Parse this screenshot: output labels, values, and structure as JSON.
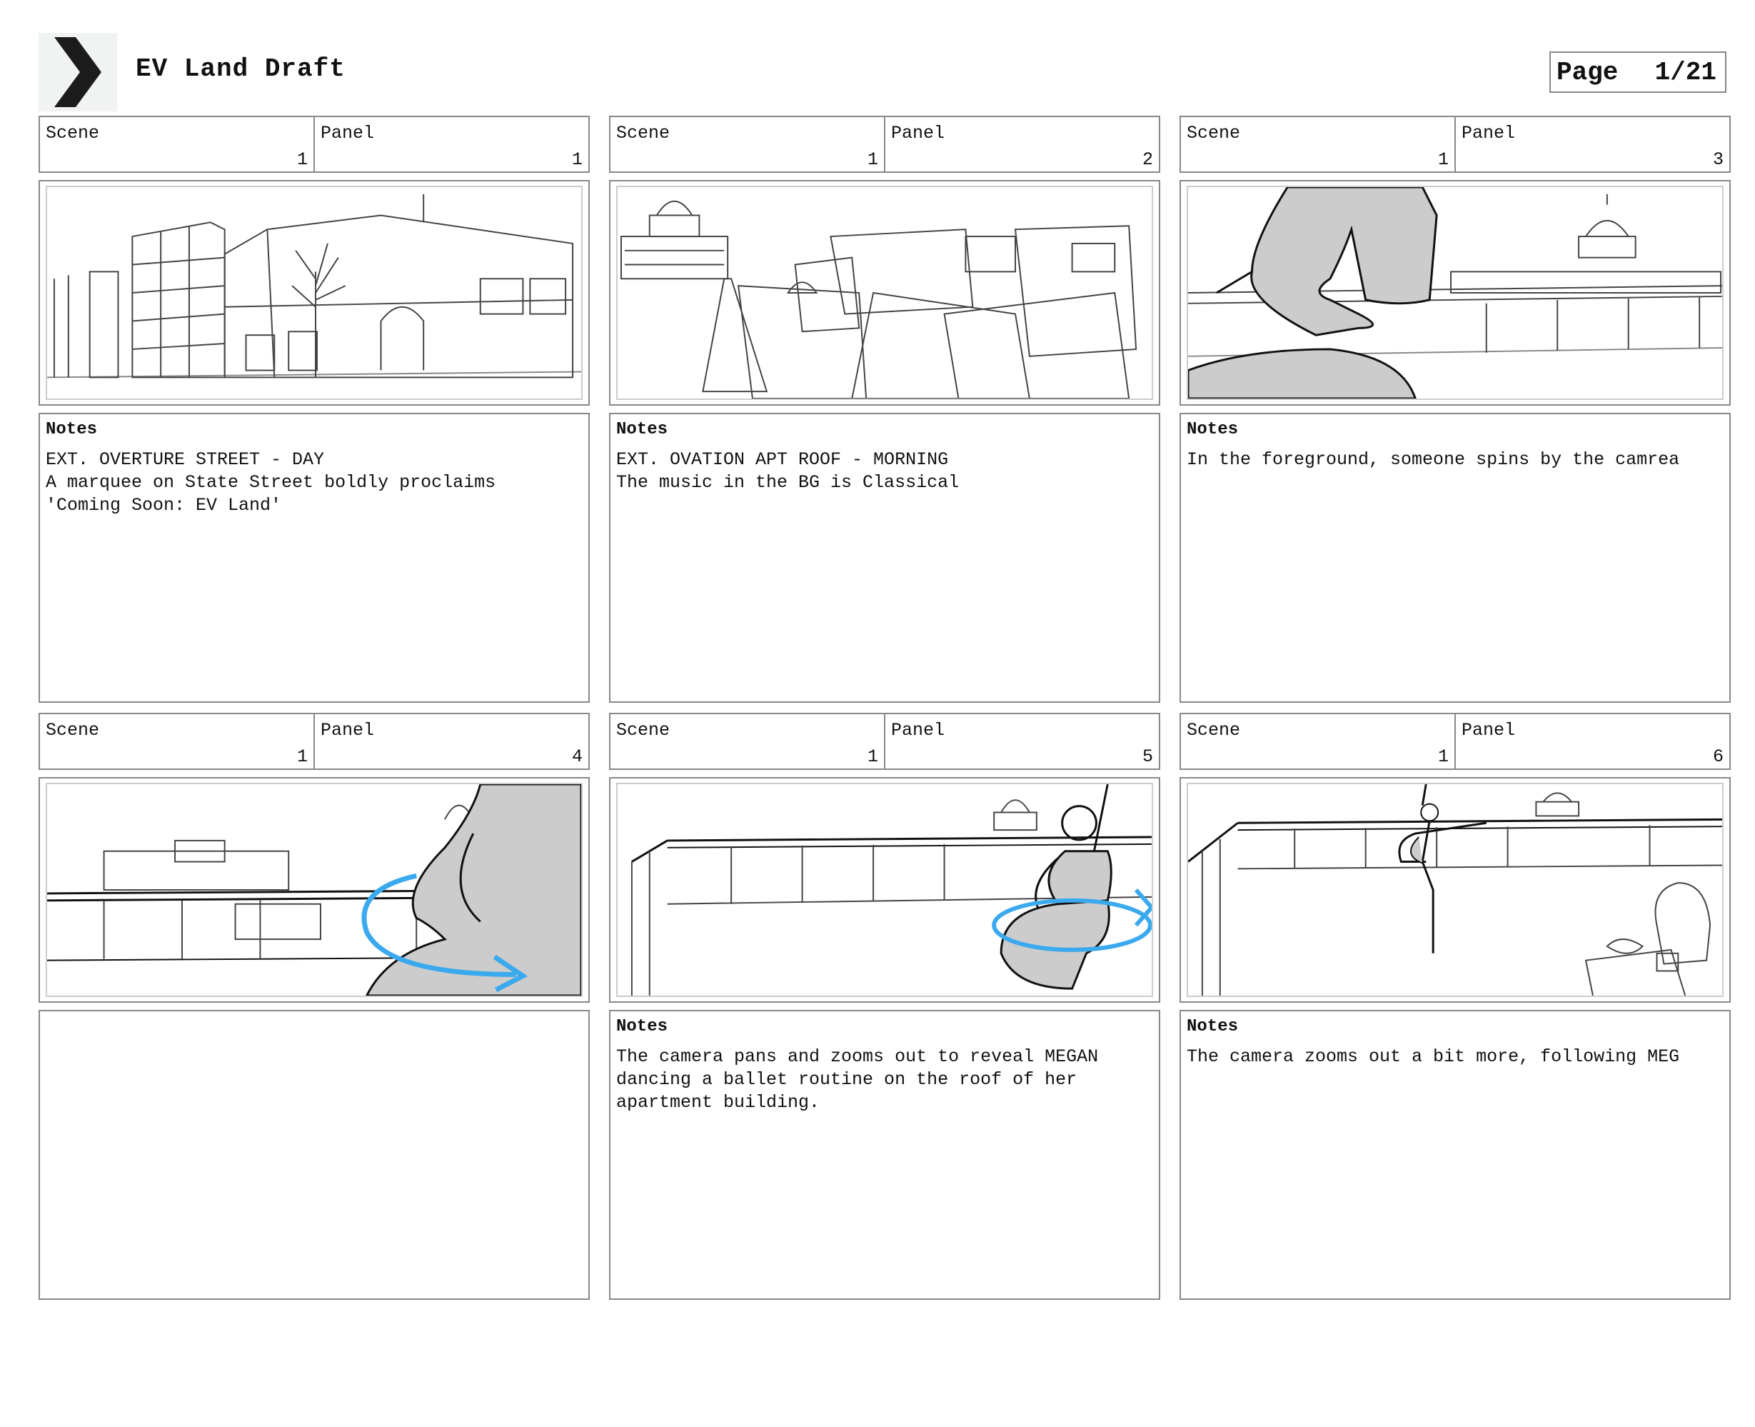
{
  "document": {
    "title": "EV Land Draft",
    "logo_icon": "chevron-right-icon",
    "page_label": "Page",
    "page_value": "1/21"
  },
  "colors": {
    "motion_arrow": "#3aa9ee",
    "figure_fill": "#cccccc",
    "sketch_line": "#444444"
  },
  "panels": [
    {
      "scene_label": "Scene",
      "scene": "1",
      "panel_label": "Panel",
      "panel": "1",
      "sketch": "street-corner-building-sketch",
      "notes_label": "Notes",
      "notes": "EXT. OVERTURE STREET - DAY\nA marquee on State Street boldly proclaims\n'Coming Soon: EV Land'"
    },
    {
      "scene_label": "Scene",
      "scene": "1",
      "panel_label": "Panel",
      "panel": "2",
      "sketch": "city-rooftops-capitol-sketch",
      "notes_label": "Notes",
      "notes": "EXT. OVATION APT ROOF - MORNING\nThe music in the BG is Classical"
    },
    {
      "scene_label": "Scene",
      "scene": "1",
      "panel_label": "Panel",
      "panel": "3",
      "sketch": "dancer-torso-foreground-sketch",
      "notes_label": "Notes",
      "notes": "In the foreground, someone spins by the camrea"
    },
    {
      "scene_label": "Scene",
      "scene": "1",
      "panel_label": "Panel",
      "panel": "4",
      "sketch": "dancer-spin-closeup-sketch",
      "notes_label": "",
      "notes": ""
    },
    {
      "scene_label": "Scene",
      "scene": "1",
      "panel_label": "Panel",
      "panel": "5",
      "sketch": "dancer-rooftop-pose-sketch",
      "notes_label": "Notes",
      "notes": "The camera pans and zooms out to reveal MEGAN\ndancing a ballet routine on the roof of her\napartment building."
    },
    {
      "scene_label": "Scene",
      "scene": "1",
      "panel_label": "Panel",
      "panel": "6",
      "sketch": "dancer-arabesque-wide-sketch",
      "notes_label": "Notes",
      "notes": "The camera zooms out a bit more, following MEG"
    }
  ]
}
